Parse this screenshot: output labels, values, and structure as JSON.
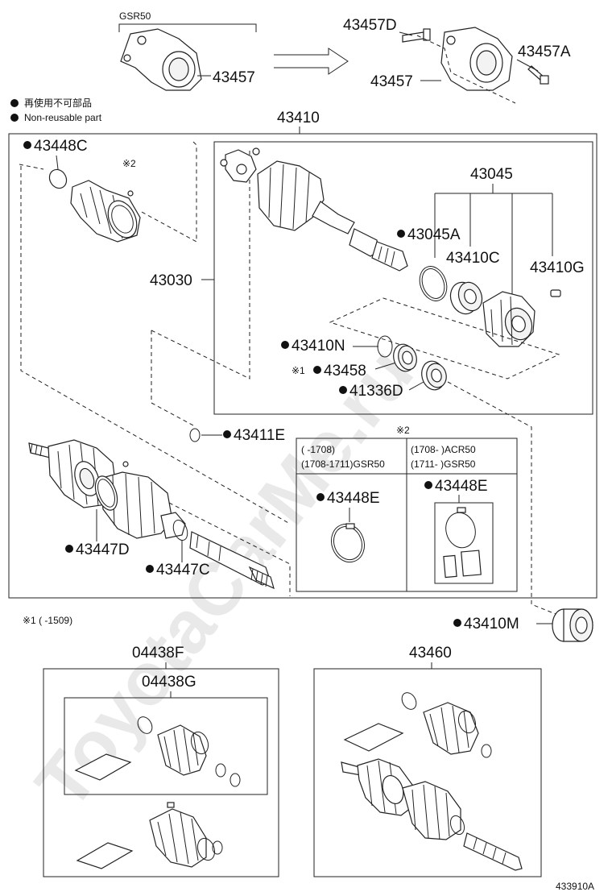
{
  "watermark": "ToyotaCarMe.ru",
  "legend": {
    "jp": "再使用不可部品",
    "en": "Non-reusable part"
  },
  "note1": "※1 (      -1509)",
  "note1_marker": "※1",
  "note2_marker": "※2",
  "figure_id": "433910A",
  "gsr_label": "GSR50",
  "parts": {
    "p43457_left": "43457",
    "p43457_right": "43457",
    "p43457D": "43457D",
    "p43457A": "43457A",
    "p43410": "43410",
    "p43448C": "43448C",
    "p43030": "43030",
    "p43045": "43045",
    "p43045A": "43045A",
    "p43410C": "43410C",
    "p43410G": "43410G",
    "p43410N": "43410N",
    "p43458": "43458",
    "p41336D": "41336D",
    "p43411E": "43411E",
    "p43447D": "43447D",
    "p43447C": "43447C",
    "p43448E_left": "43448E",
    "p43448E_right": "43448E",
    "p43410M": "43410M",
    "p04438F": "04438F",
    "p04438G": "04438G",
    "p43460": "43460"
  },
  "table": {
    "left_row1": "(        -1708)",
    "left_row2": "(1708-1711)GSR50",
    "right_row1": "(1708-        )ACR50",
    "right_row2": "(1711-        )GSR50"
  },
  "colors": {
    "line": "#222222",
    "watermark": "#e9e9e9"
  }
}
